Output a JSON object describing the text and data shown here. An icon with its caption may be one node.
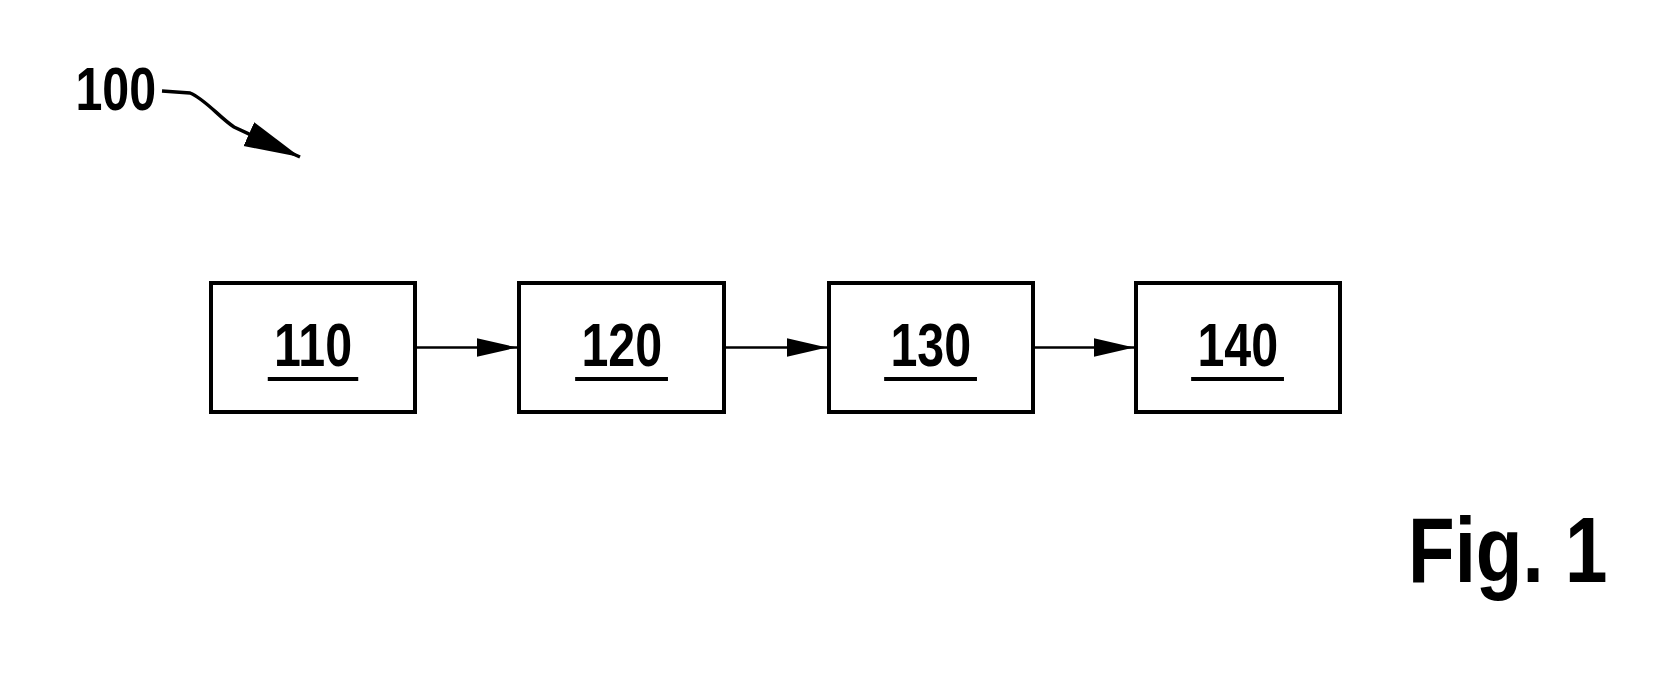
{
  "diagram": {
    "caption": "Fig. 1",
    "nodes": [
      {
        "text": [
          "100"
        ]
      },
      {
        "text": [
          "110"
        ]
      },
      {
        "text": [
          "120"
        ]
      },
      {
        "text": [
          "130"
        ]
      },
      {
        "text": [
          "140"
        ]
      }
    ],
    "edges": [
      {
        "from": 0,
        "to": null,
        "arrow": "to"
      },
      {
        "from": 1,
        "to": 2,
        "arrow": "to"
      },
      {
        "from": 2,
        "to": 3,
        "arrow": "to"
      },
      {
        "from": 3,
        "to": 4,
        "arrow": "to"
      }
    ]
  }
}
